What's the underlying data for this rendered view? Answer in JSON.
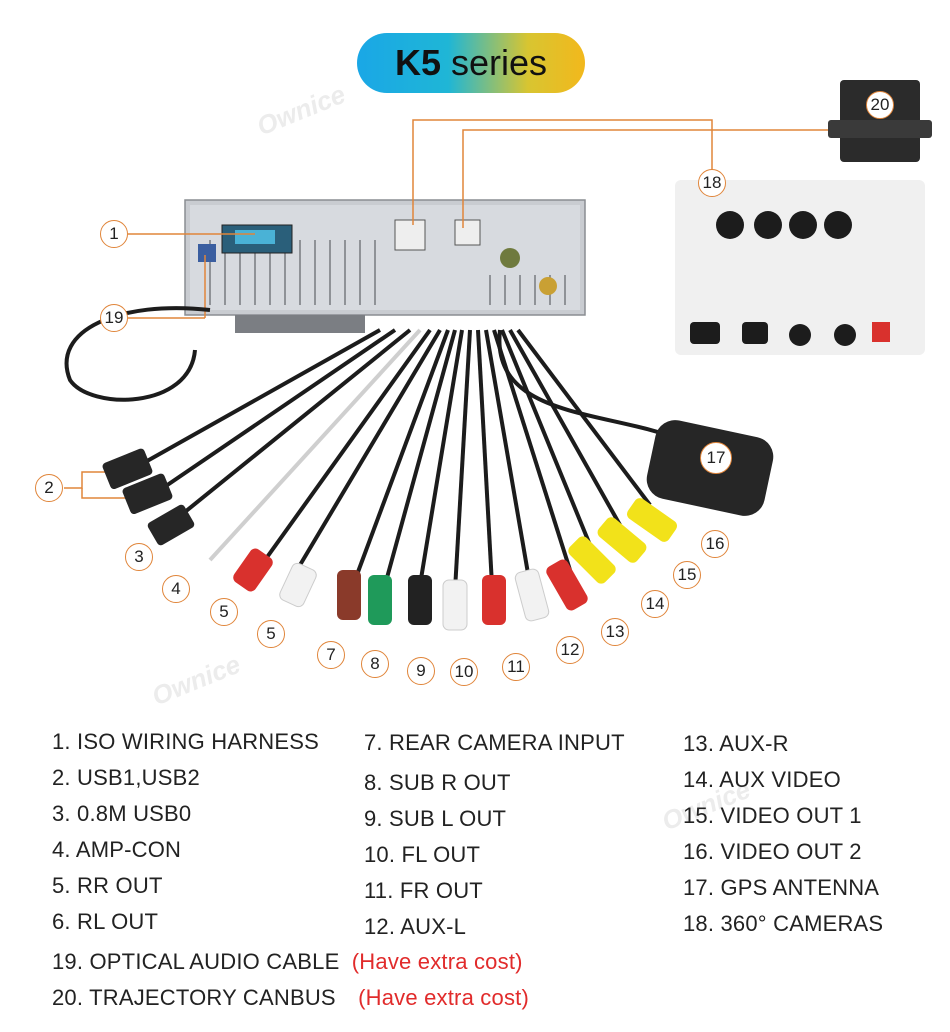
{
  "title": {
    "bold": "K5",
    "rest": "series"
  },
  "watermark": "Ownice",
  "badges": [
    "1",
    "2",
    "3",
    "4",
    "5",
    "5",
    "7",
    "8",
    "9",
    "10",
    "11",
    "12",
    "13",
    "14",
    "15",
    "16",
    "17",
    "18",
    "19",
    "20"
  ],
  "legend": {
    "col1": [
      "1. ISO WIRING HARNESS",
      "2. USB1,USB2",
      "3. 0.8M USB0",
      "4. AMP-CON",
      "5. RR OUT",
      "6. RL OUT"
    ],
    "col2": [
      "7. REAR CAMERA INPUT",
      "8. SUB R OUT",
      "9. SUB L OUT",
      "10. FL OUT",
      "11. FR OUT",
      "12. AUX-L"
    ],
    "col3": [
      "13. AUX-R",
      "14. AUX VIDEO",
      "15. VIDEO OUT 1",
      "16. VIDEO OUT 2",
      "17. GPS ANTENNA",
      "18. 360° CAMERAS"
    ],
    "row19": {
      "label": "19. OPTICAL  AUDIO CABLE",
      "extra": "(Have extra cost)"
    },
    "row20": {
      "label": "20. TRAJECTORY CANBUS",
      "extra": "(Have extra cost)"
    }
  },
  "colors": {
    "accent_line": "#e0853a",
    "extra_cost": "#e12b2b",
    "rca_red": "#d9312d",
    "rca_white": "#f2f2f2",
    "rca_yellow": "#f2e21a",
    "rca_green": "#1f9a5a",
    "rca_brown": "#8a3a2a",
    "rca_black": "#222222",
    "cable": "#1c1c1c"
  }
}
